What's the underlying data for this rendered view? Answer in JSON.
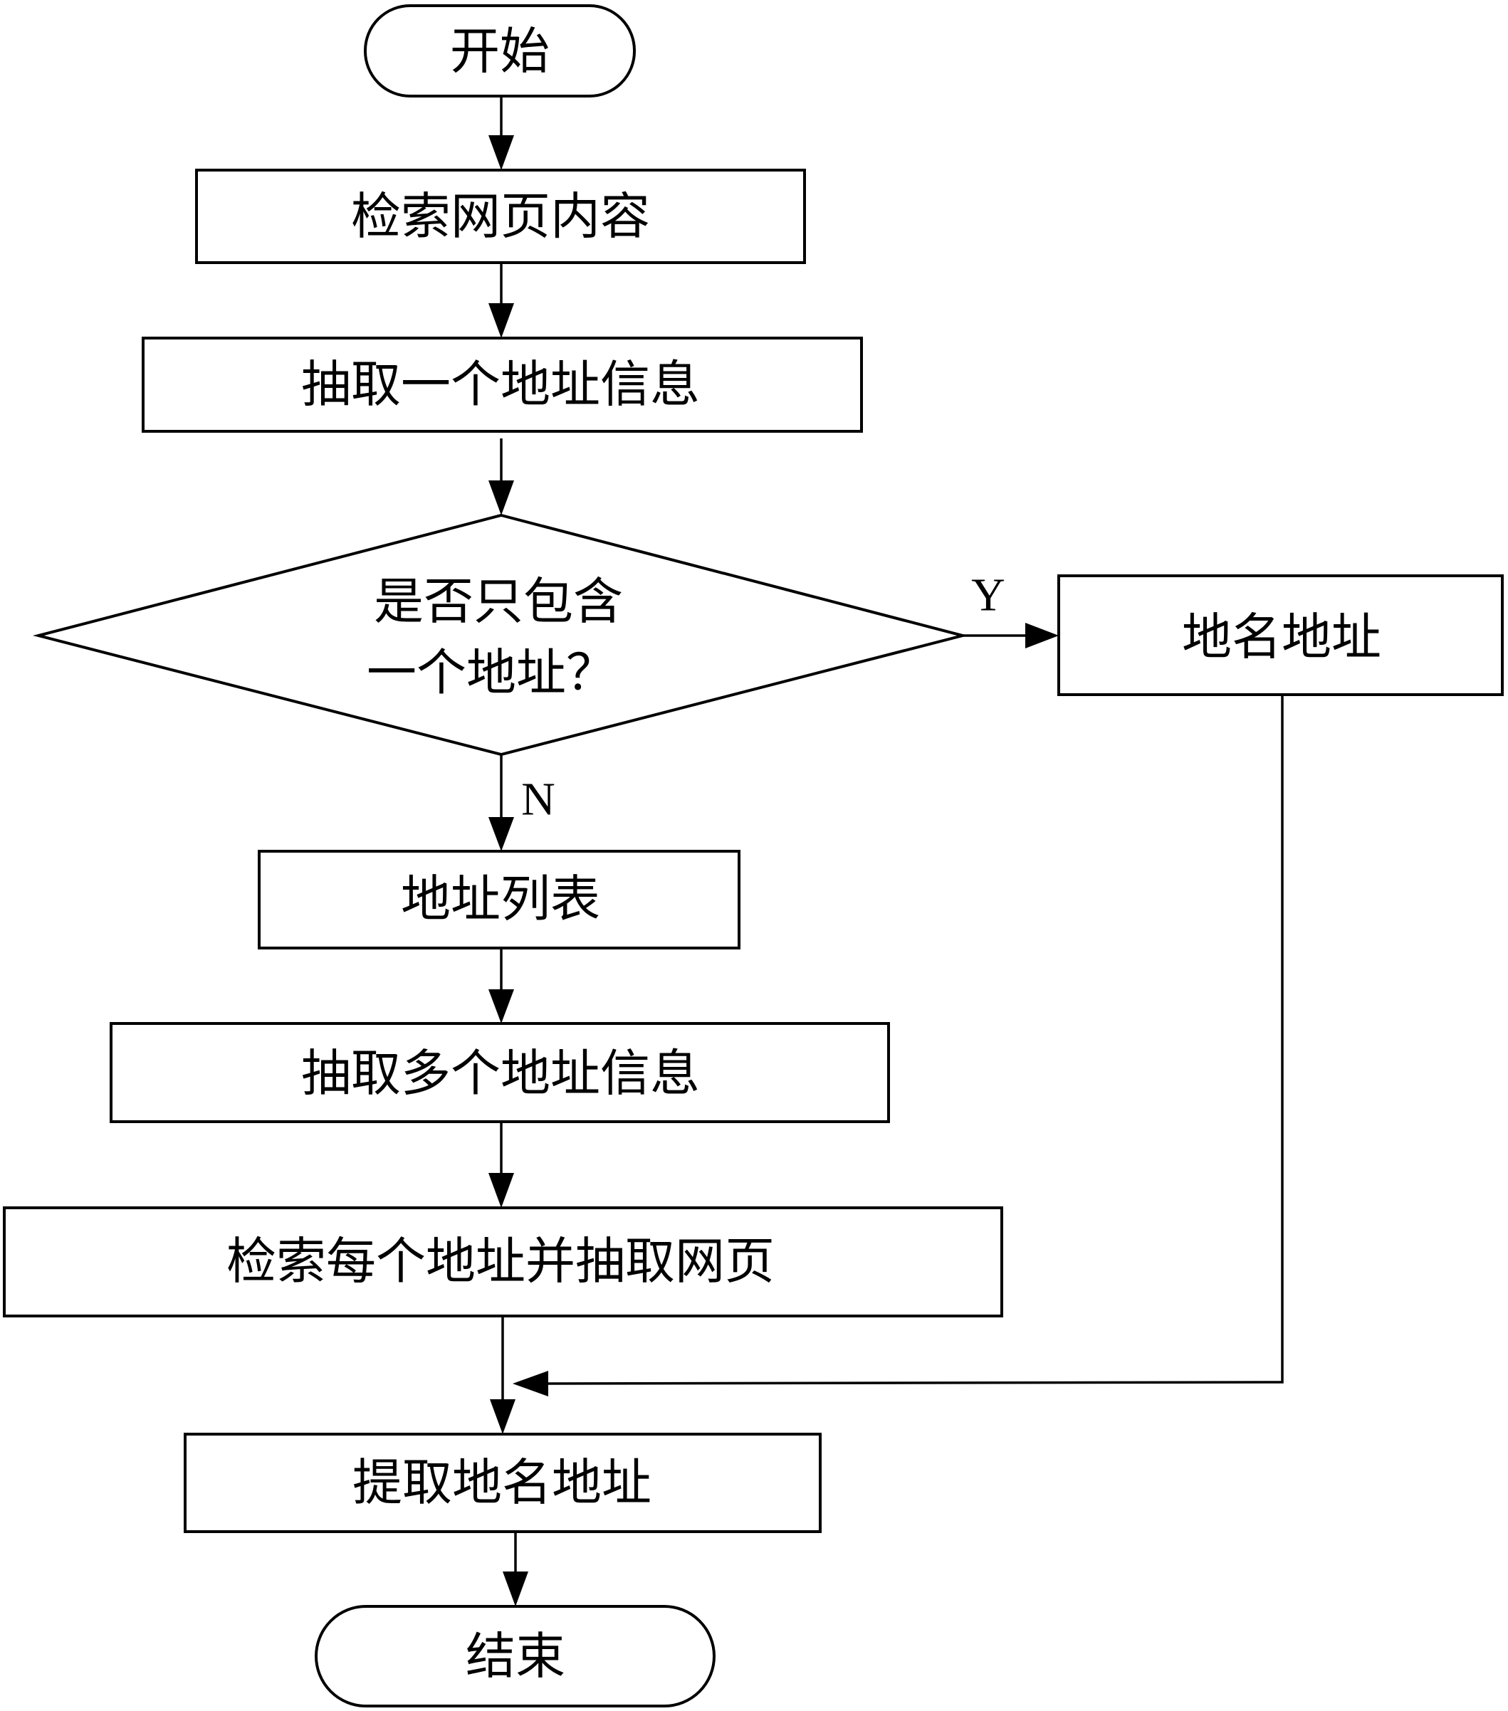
{
  "diagram": {
    "type": "flowchart",
    "nodes": [
      {
        "id": "start",
        "kind": "terminal",
        "label": "开始"
      },
      {
        "id": "retrieve",
        "kind": "process",
        "label": "检索网页内容"
      },
      {
        "id": "extract_one",
        "kind": "process",
        "label": "抽取一个地址信息"
      },
      {
        "id": "decision",
        "kind": "decision",
        "label_lines": [
          "是否只包含",
          "一个地址？"
        ]
      },
      {
        "id": "place_address",
        "kind": "process",
        "label": "地名地址"
      },
      {
        "id": "address_list",
        "kind": "process",
        "label": "地址列表"
      },
      {
        "id": "extract_multi",
        "kind": "process",
        "label": "抽取多个地址信息"
      },
      {
        "id": "retrieve_each",
        "kind": "process",
        "label": "检索每个地址并抽取网页"
      },
      {
        "id": "extract_place",
        "kind": "process",
        "label": "提取地名地址"
      },
      {
        "id": "end",
        "kind": "terminal",
        "label": "结束"
      }
    ],
    "edges": [
      {
        "from": "start",
        "to": "retrieve",
        "label": ""
      },
      {
        "from": "retrieve",
        "to": "extract_one",
        "label": ""
      },
      {
        "from": "extract_one",
        "to": "decision",
        "label": ""
      },
      {
        "from": "decision",
        "to": "place_address",
        "label": "Y"
      },
      {
        "from": "decision",
        "to": "address_list",
        "label": "N"
      },
      {
        "from": "address_list",
        "to": "extract_multi",
        "label": ""
      },
      {
        "from": "extract_multi",
        "to": "retrieve_each",
        "label": ""
      },
      {
        "from": "retrieve_each",
        "to": "extract_place",
        "label": ""
      },
      {
        "from": "place_address",
        "to": "extract_place",
        "label": ""
      },
      {
        "from": "extract_place",
        "to": "end",
        "label": ""
      }
    ],
    "yes_label": "Y",
    "no_label": "N"
  }
}
